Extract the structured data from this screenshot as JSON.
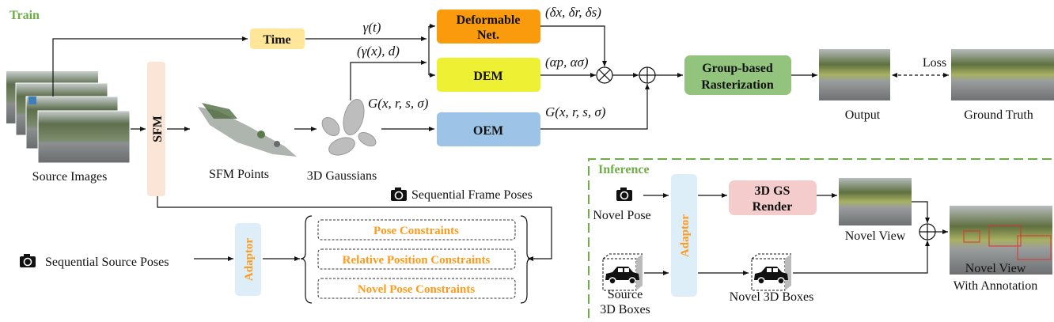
{
  "train": {
    "section_label": "Train",
    "source_images_label": "Source Images",
    "sfm_label": "SFM",
    "sfm_points_label": "SFM Points",
    "gaussians_label": "3D Gaussians",
    "time_label": "Time",
    "gamma_t": "γ(t)",
    "gamma_x_d": "(γ(x), d)",
    "g_params_1": "G(x, r, s, σ)",
    "g_params_2": "G(x, r, s, σ)",
    "deformable_line1": "Deformable",
    "deformable_line2": "Net.",
    "delta_params": "(δx, δr, δs)",
    "dem_label": "DEM",
    "alpha_params": "(αp, ασ)",
    "oem_label": "OEM",
    "raster_line1": "Group-based",
    "raster_line2": "Rasterization",
    "output_label": "Output",
    "loss_label": "Loss",
    "ground_truth_label": "Ground Truth",
    "sequential_frame_poses": "Sequential Frame Poses",
    "sequential_source_poses": "Sequential Source Poses",
    "adaptor_label": "Adaptor",
    "constraints": [
      "Pose Constraints",
      "Relative Position Constraints",
      "Novel Pose Constraints"
    ]
  },
  "inference": {
    "section_label": "Inference",
    "novel_pose_label": "Novel Pose",
    "adaptor_label": "Adaptor",
    "render_line1": "3D GS",
    "render_line2": "Render",
    "novel_view_label": "Novel View",
    "annotated_line1": "Novel View",
    "annotated_line2": "With Annotation",
    "source_boxes_line1": "Source",
    "source_boxes_line2": "3D Boxes",
    "novel_boxes_label": "Novel 3D Boxes"
  },
  "colors": {
    "section_green": "#70ad47",
    "time": "#ffe699",
    "deformable": "#f99b0c",
    "dem": "#eef033",
    "oem": "#9dc3e6",
    "raster": "#93c47d",
    "sfm": "#fbe5d6",
    "adaptor": "#deeef8",
    "render": "#f4cccc",
    "constraint_text": "#ff9a1a"
  }
}
